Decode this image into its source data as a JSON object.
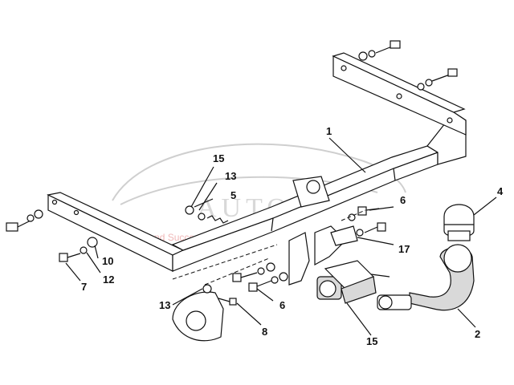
{
  "callouts": {
    "c1": "1",
    "c2": "2",
    "c4": "4",
    "c5": "5",
    "c6a": "6",
    "c6b": "6",
    "c7": "7",
    "c8": "8",
    "c10": "10",
    "c12": "12",
    "c13a": "13",
    "c13b": "13",
    "c15a": "15",
    "c15b": "15",
    "c17": "17"
  },
  "watermark": {
    "brand": "AUTO",
    "tagline": "Touch and Success"
  }
}
